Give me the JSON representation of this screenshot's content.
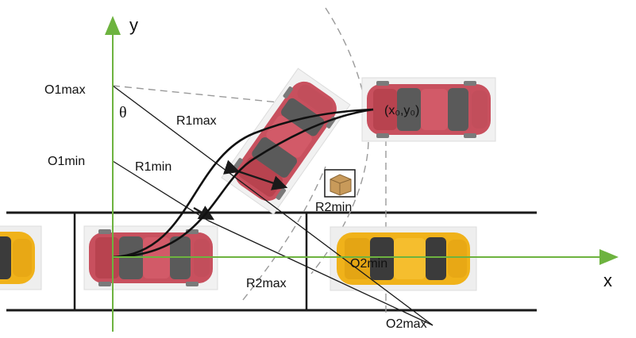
{
  "axes": {
    "x_label": "x",
    "y_label": "y",
    "angle_label": "θ"
  },
  "points": {
    "o1max": "O1max",
    "o1min": "O1min",
    "o2min": "O2min",
    "o2max": "O2max",
    "target": "(x₀,y₀)"
  },
  "radii": {
    "r1max": "R1max",
    "r1min": "R1min",
    "r2min": "R2min",
    "r2max": "R2max"
  },
  "colors": {
    "axis": "#6db33f",
    "red_car": "#c8505e",
    "yellow_car": "#f0b21a",
    "lines": "#1a1a1a",
    "box": "#c89a5a"
  },
  "icons": [
    "obstacle-box-icon",
    "red-car-icon",
    "yellow-car-icon"
  ]
}
